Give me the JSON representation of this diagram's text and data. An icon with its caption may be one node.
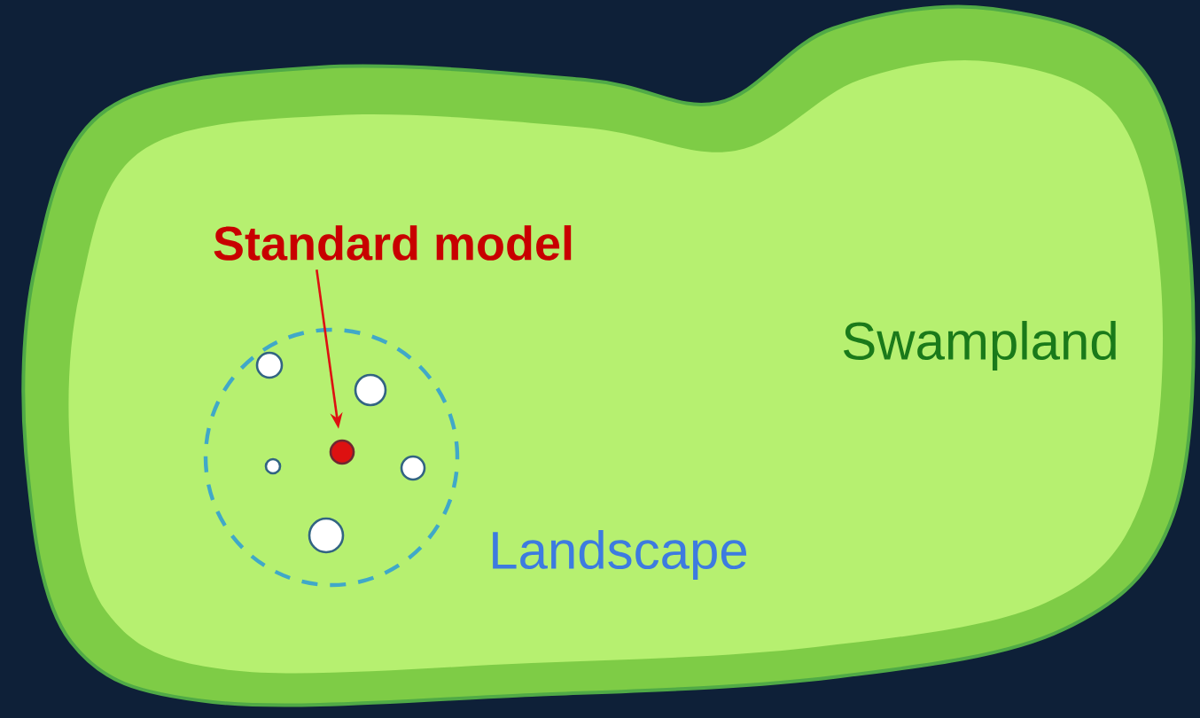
{
  "diagram": {
    "nodes": [
      {
        "text": [
          "Swampland"
        ]
      },
      {
        "text": [
          "Standard model"
        ],
        "in": 0
      },
      {
        "text": [
          "Landscape"
        ],
        "in": 0
      },
      {
        "text": [],
        "shape": "circle",
        "in": 2
      },
      {
        "text": [],
        "shape": "circle",
        "in": 2
      },
      {
        "text": [],
        "shape": "circle",
        "in": 2
      },
      {
        "text": [],
        "shape": "circle",
        "in": 2
      },
      {
        "text": [],
        "shape": "circle",
        "in": 2
      },
      {
        "text": [],
        "shape": "circle",
        "in": 2
      }
    ],
    "edges": [
      {
        "from": 1,
        "to": 8,
        "arrow": "to",
        "color": "#dd1111"
      }
    ]
  }
}
